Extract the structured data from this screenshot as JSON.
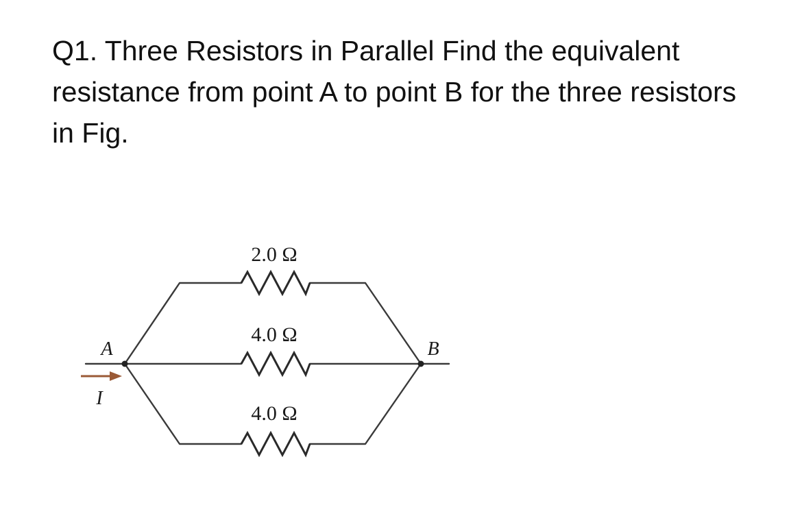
{
  "question": {
    "text": "Q1. Three Resistors in Parallel Find the equivalent resistance from point A to point B for the three resistors in Fig."
  },
  "circuit": {
    "resistors": [
      {
        "label": "2.0 Ω",
        "branch": "top"
      },
      {
        "label": "4.0 Ω",
        "branch": "middle"
      },
      {
        "label": "4.0 Ω",
        "branch": "bottom"
      }
    ],
    "node_a": "A",
    "node_b": "B",
    "current_label": "I",
    "colors": {
      "wire": "#3a3a3a",
      "arrow": "#9a5a36"
    }
  }
}
